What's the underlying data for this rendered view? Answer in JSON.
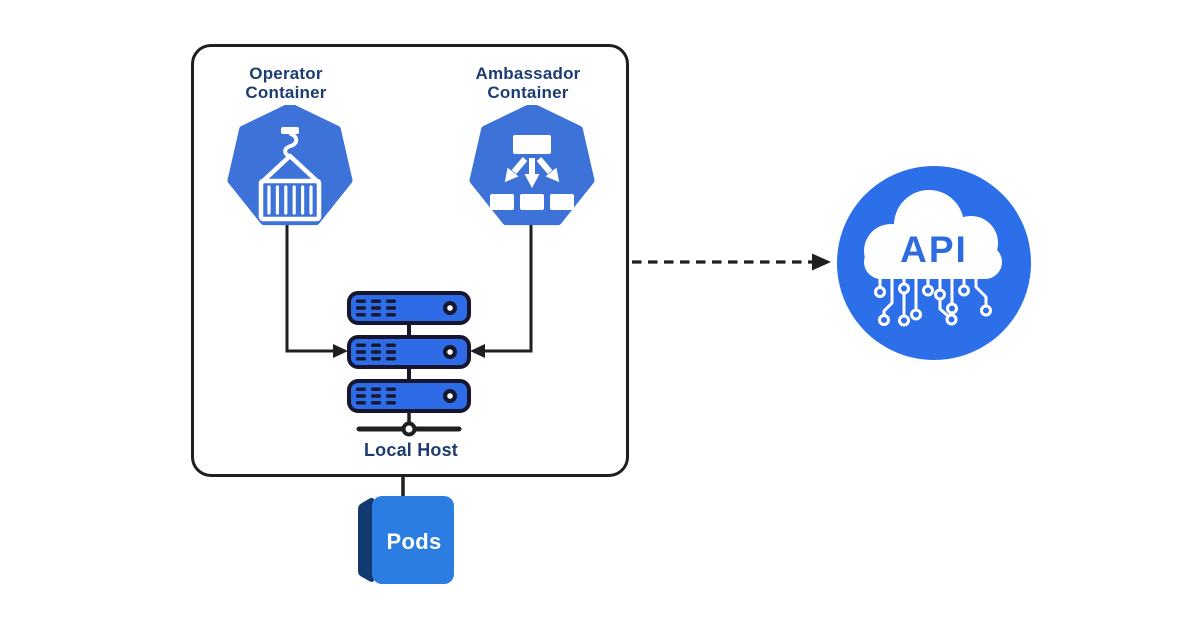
{
  "colors": {
    "heptagon_blue": "#3d72d8",
    "server_blue": "#2d6ce6",
    "server_border": "#16172e",
    "cloud_blue": "#2d6ee9",
    "pods_front_blue": "#2b7de2",
    "pods_side_navy": "#123a70",
    "label_navy": "#1d3c72",
    "line_black": "#1f1f1f",
    "icon_white": "#ffffff",
    "api_text_blue": "#2e6be0"
  },
  "pod_box": {
    "operator": {
      "label_line1": "Operator",
      "label_line2": "Container",
      "icon": "crane-container-heptagon-icon"
    },
    "ambassador": {
      "label_line1": "Ambassador",
      "label_line2": "Container",
      "icon": "distribution-heptagon-icon"
    },
    "server_stack": {
      "icon": "server-stack-icon",
      "unit_count": 3
    },
    "local_host_label": "Local Host"
  },
  "pods": {
    "label": "Pods",
    "icon": "pods-cube-icon"
  },
  "api": {
    "label": "API",
    "icon": "cloud-api-circuit-icon"
  }
}
